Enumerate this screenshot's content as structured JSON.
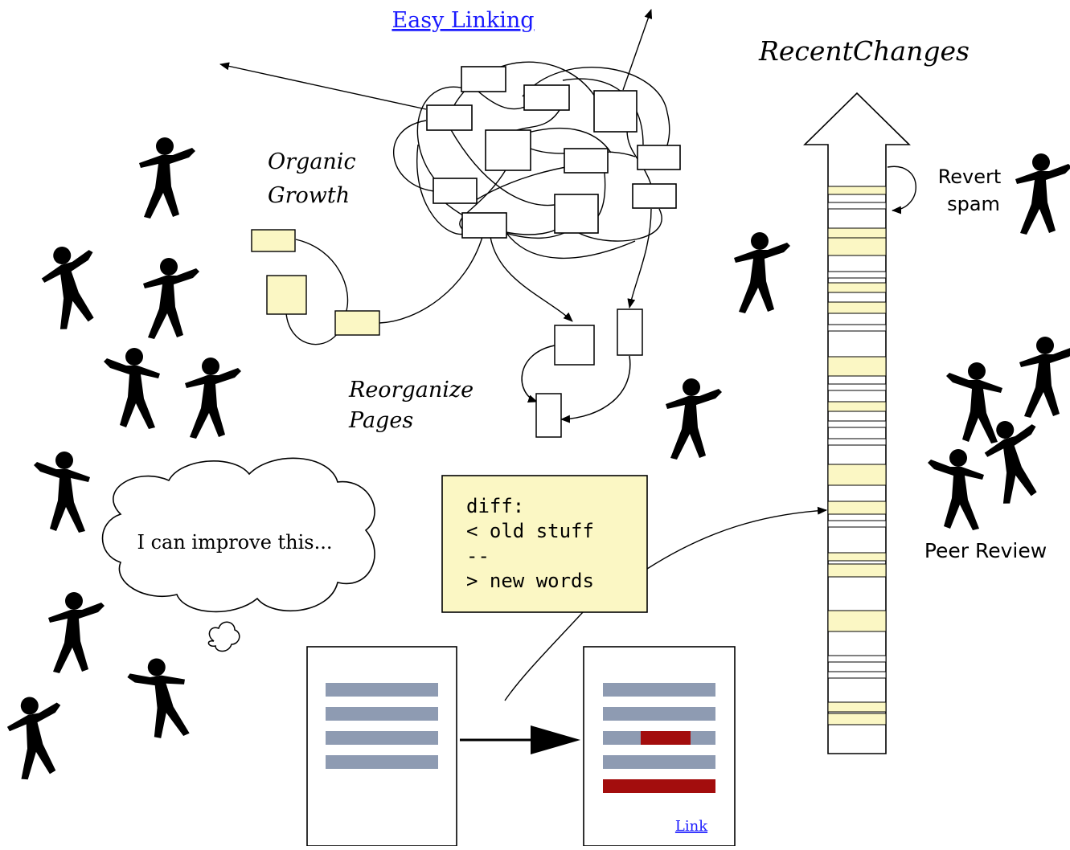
{
  "labels": {
    "easy_linking": "Easy Linking",
    "recent_changes": "RecentChanges",
    "organic_growth_1": "Organic",
    "organic_growth_2": "Growth",
    "reorganize_1": "Reorganize",
    "reorganize_2": "Pages",
    "revert_1": "Revert",
    "revert_2": "spam",
    "peer_review": "Peer Review",
    "thought": "I can improve this...",
    "page_link": "Link"
  },
  "diff": {
    "lines": [
      "diff:",
      "< old stuff",
      "--",
      "> new words"
    ]
  },
  "colors": {
    "note_fill": "#fbf7c4",
    "bar_gray": "#8e9bb2",
    "bar_red": "#a30d0d",
    "link_blue": "#1a1aff"
  }
}
